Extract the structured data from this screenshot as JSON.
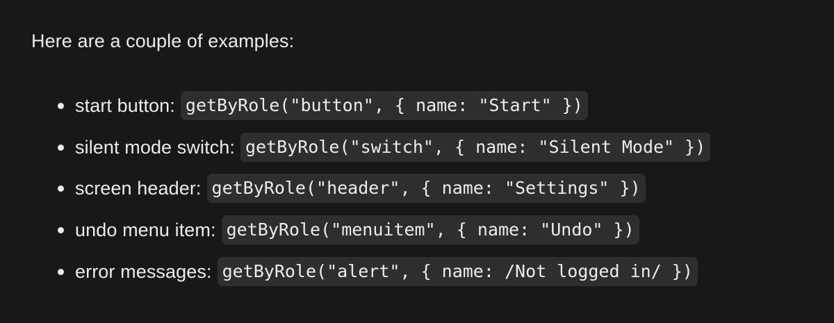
{
  "intro": "Here are a couple of examples:",
  "examples": [
    {
      "label": "start button:",
      "code": "getByRole(\"button\", { name: \"Start\" })"
    },
    {
      "label": "silent mode switch:",
      "code": "getByRole(\"switch\", { name: \"Silent Mode\" })"
    },
    {
      "label": "screen header:",
      "code": "getByRole(\"header\", { name: \"Settings\" })"
    },
    {
      "label": "undo menu item:",
      "code": "getByRole(\"menuitem\", { name: \"Undo\" })"
    },
    {
      "label": "error messages:",
      "code": "getByRole(\"alert\", { name: /Not logged in/ })"
    }
  ],
  "colors": {
    "background": "#181818",
    "text": "#ececec",
    "code_background": "#2e2e2e"
  }
}
